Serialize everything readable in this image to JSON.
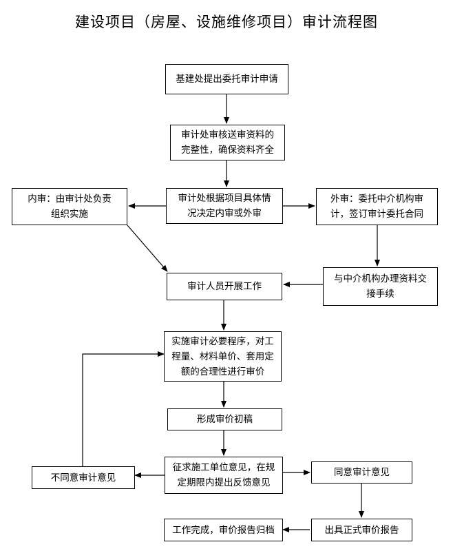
{
  "title": "建设项目（房屋、设施维修项目）审计流程图",
  "nodes": {
    "apply": "基建处提出委托审计申请",
    "check_line1": "审计处审核送审资料的",
    "check_line2": "完整性，确保资料齐全",
    "decide_line1": "审计处根据项目具体情",
    "decide_line2": "况决定内审或外审",
    "internal_line1": "内审：由审计处负责",
    "internal_line2": "组织实施",
    "external_line1": "外审：委托中介机构审",
    "external_line2": "计，签订审计委托合同",
    "handover_line1": "与中介机构办理资料交",
    "handover_line2": "接手续",
    "start_work": "审计人员开展工作",
    "implement_line1": "实施审计必要程序，对工",
    "implement_line2": "程量、材料单价、套用定",
    "implement_line3": "额的合理性进行审价",
    "draft": "形成审价初稿",
    "solicit_line1": "征求施工单位意见，在规",
    "solicit_line2": "定期限内提出反馈意见",
    "disagree": "不同意审计意见",
    "agree": "同意审计意见",
    "report": "出具正式审价报告",
    "archive": "工作完成，审价报告归档"
  }
}
